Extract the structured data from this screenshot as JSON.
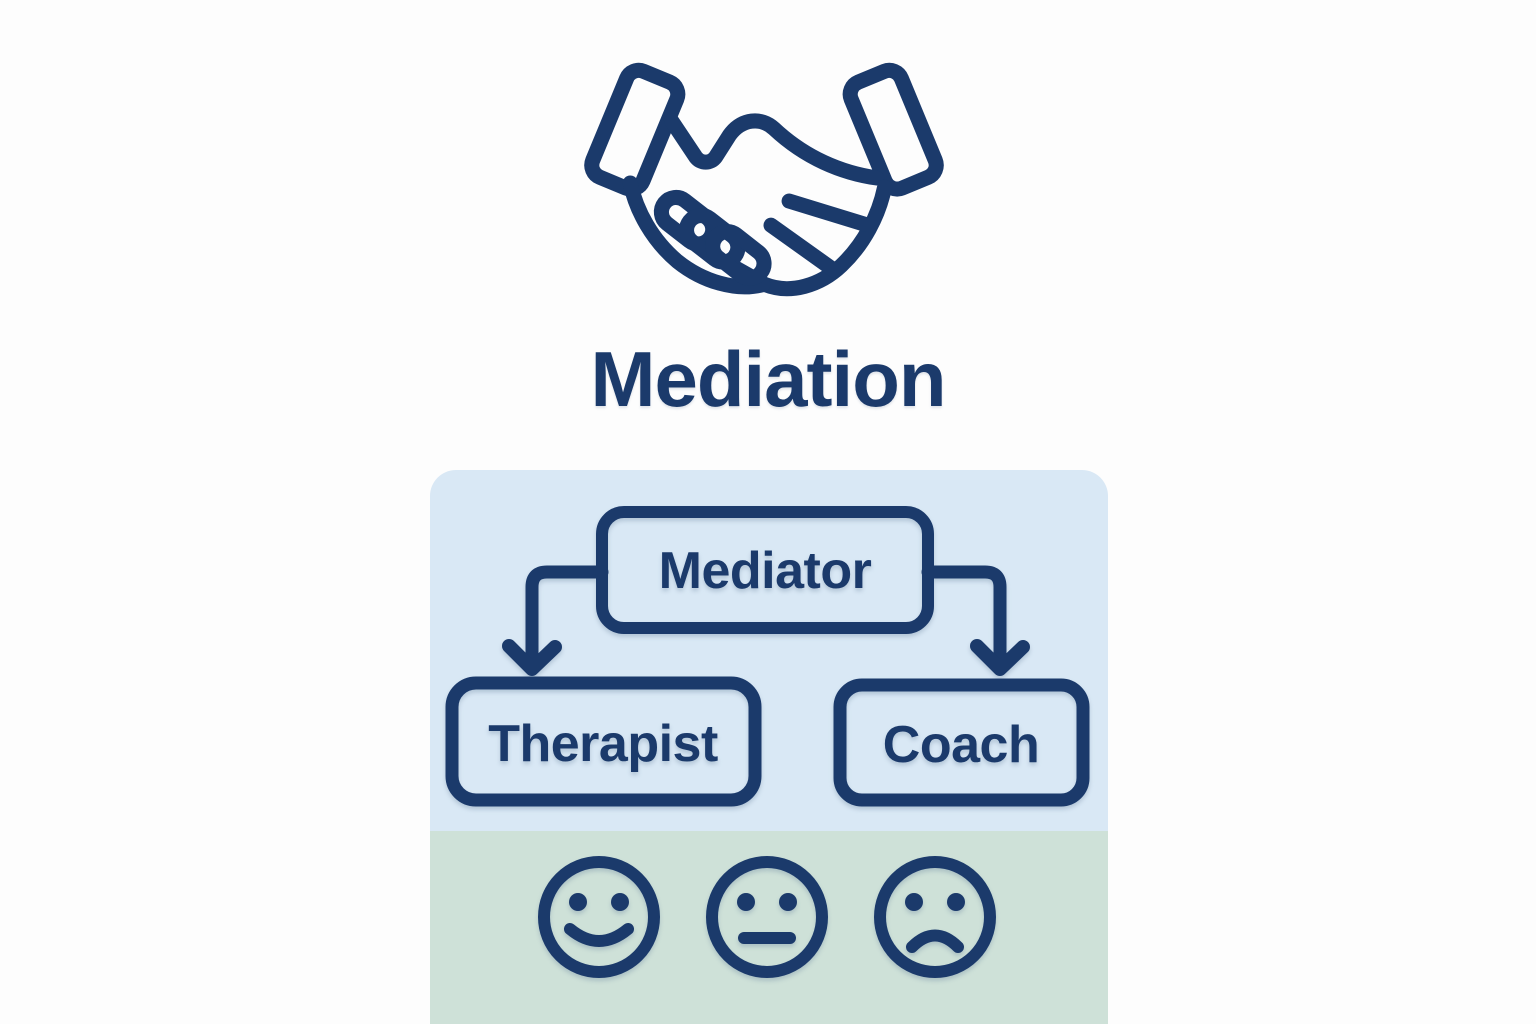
{
  "page": {
    "title": "Mediation"
  },
  "colors": {
    "navy": "#1b3a6b",
    "panel_blue": "#d9e8f5",
    "panel_green": "#cee1d8",
    "background": "#fdfdfd"
  },
  "hero": {
    "icon": "handshake-icon",
    "title": "Mediation"
  },
  "flowchart": {
    "root": {
      "label": "Mediator"
    },
    "children": [
      {
        "label": "Therapist"
      },
      {
        "label": "Coach"
      }
    ]
  },
  "faces": [
    {
      "icon": "happy-face-icon",
      "mood": "happy"
    },
    {
      "icon": "neutral-face-icon",
      "mood": "neutral"
    },
    {
      "icon": "sad-face-icon",
      "mood": "sad"
    }
  ]
}
